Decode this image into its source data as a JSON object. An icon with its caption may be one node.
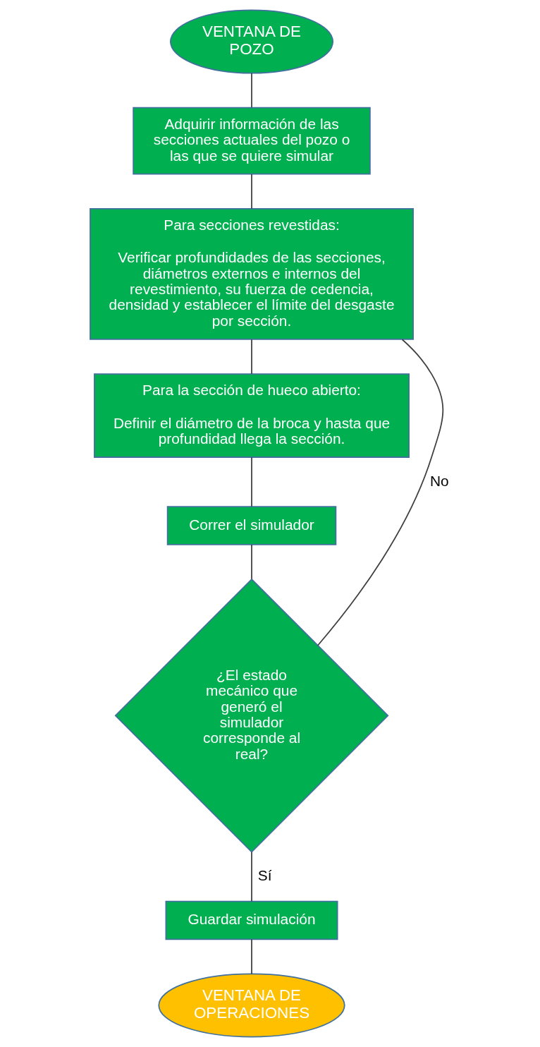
{
  "diagram": {
    "nodes": [
      {
        "text": [
          "VENTANA DE POZO"
        ]
      },
      {
        "text": [
          "Adquirir información de las secciones actuales del pozo o las que se quiere simular"
        ]
      },
      {
        "text": [
          "Para secciones revestidas:",
          "Verificar profundidades de las secciones, diámetros externos e internos del revestimiento, su fuerza de cedencia, densidad y establecer el límite del desgaste por sección."
        ]
      },
      {
        "text": [
          "Para la sección de hueco abierto:",
          "Definir el diámetro de la broca y hasta que profundidad llega la sección."
        ]
      },
      {
        "text": [
          "Correr el simulador"
        ]
      },
      {
        "text": [
          "¿El estado mecánico que generó el simulador corresponde al real?"
        ]
      },
      {
        "text": [
          "Guardar simulación"
        ]
      },
      {
        "text": [
          "VENTANA DE OPERACIONES"
        ]
      }
    ],
    "edges": [
      {
        "from": 0,
        "to": 1,
        "arrow": "none"
      },
      {
        "from": 1,
        "to": 2,
        "arrow": "none"
      },
      {
        "from": 2,
        "to": 3,
        "arrow": "none"
      },
      {
        "from": 3,
        "to": 4,
        "arrow": "none"
      },
      {
        "from": 4,
        "to": 5,
        "arrow": "none"
      },
      {
        "from": 5,
        "to": 2,
        "arrow": "none",
        "label": "No"
      },
      {
        "from": 5,
        "to": 6,
        "arrow": "none",
        "label": "Sí"
      },
      {
        "from": 6,
        "to": 7,
        "arrow": "none"
      }
    ]
  }
}
